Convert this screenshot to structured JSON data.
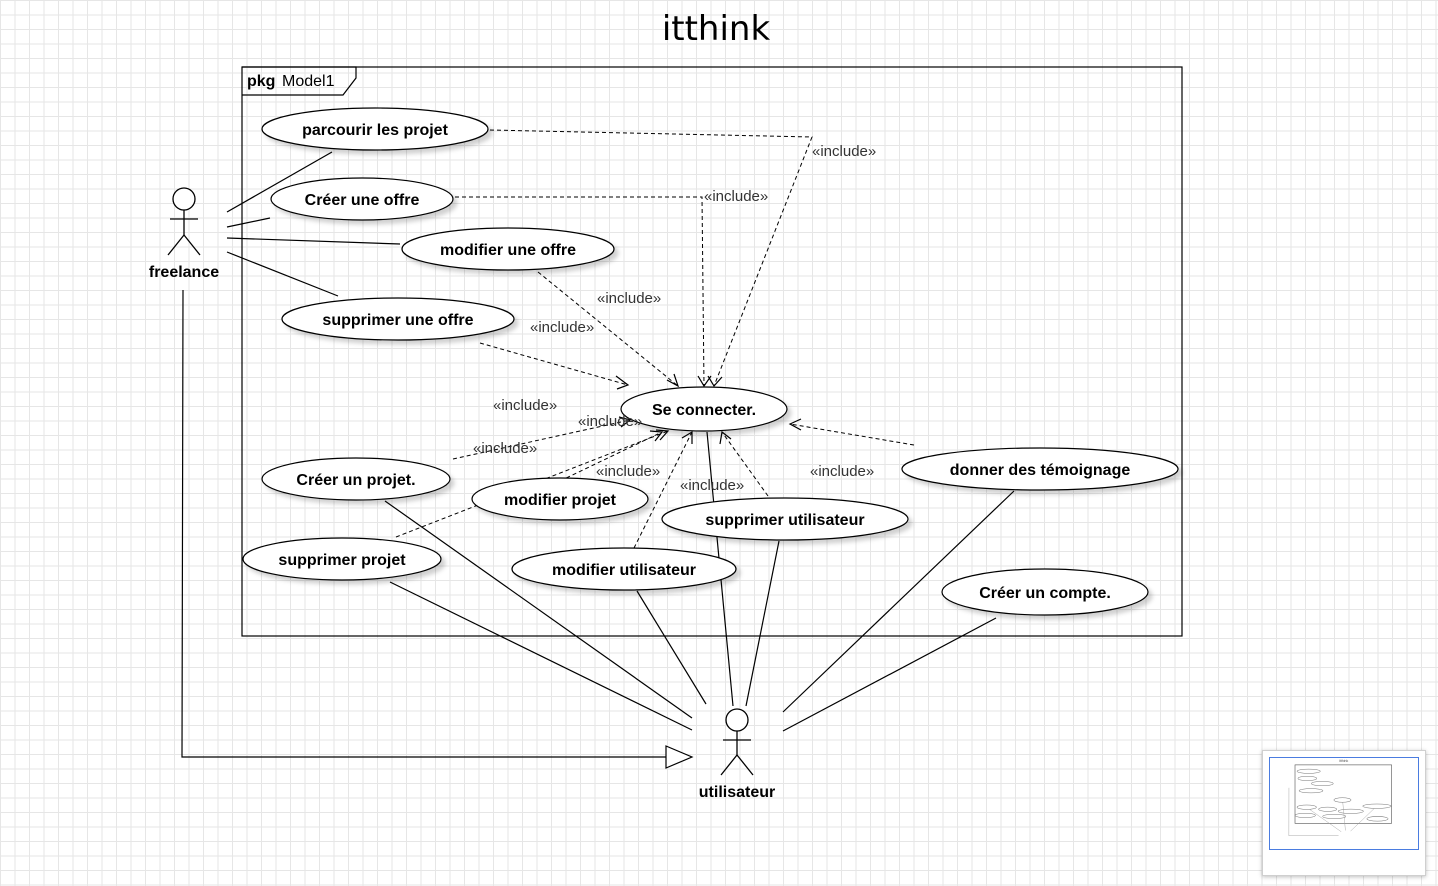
{
  "diagram": {
    "title": "itthink",
    "package": {
      "keyword": "pkg",
      "name": "Model1"
    },
    "actors": {
      "freelance": "freelance",
      "utilisateur": "utilisateur"
    },
    "use_cases": {
      "parcourir_projet": "parcourir les projet",
      "creer_offre": "Créer une offre",
      "modifier_offre": "modifier une offre",
      "supprimer_offre": "supprimer une offre",
      "se_connecter": "Se connecter.",
      "creer_projet": "Créer un projet.",
      "modifier_projet": "modifier projet",
      "supprimer_projet": "supprimer projet",
      "modifier_utilisateur": "modifier utilisateur",
      "supprimer_utilisateur": "supprimer utilisateur",
      "donner_temoignage": "donner des témoignage",
      "creer_compte": "Créer un compte."
    },
    "include_label": "«include»",
    "colors": {
      "line": "#000000",
      "grid": "#e6e6e6",
      "minimap_border": "#4a7ce0"
    }
  }
}
